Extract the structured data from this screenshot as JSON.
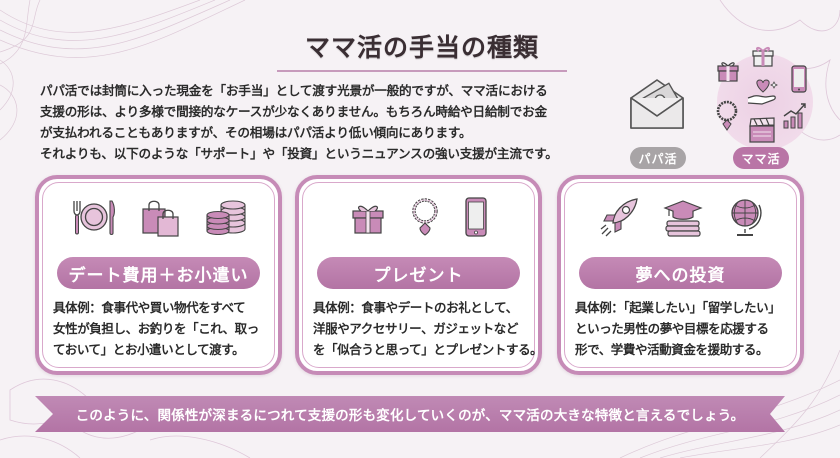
{
  "header": {
    "title": "ママ活の手当の種類"
  },
  "intro": {
    "lines": [
      "パパ活では封筒に入った現金を「お手当」として渡す光景が一般的ですが、ママ活における",
      "支援の形は、より多様で間接的なケースが少なくありません。もちろん時給や日給制でお金",
      "が支払われることもありますが、その相場はパパ活より低い傾向にあります。",
      "それよりも、以下のような「サポート」や「投資」というニュアンスの強い支援が主流です。"
    ]
  },
  "comparison": {
    "papa_label": "パパ活",
    "mama_label": "ママ活",
    "papa_icon": "envelope-cash-icon",
    "mama_icons": [
      "gift-icon",
      "phone-icon",
      "heart-hand-icon",
      "necklace-icon",
      "clapperboard-icon",
      "growth-chart-icon"
    ]
  },
  "cards": [
    {
      "label": "デート費用＋お小遣い",
      "icons": [
        "fork-plate-knife-icon",
        "shopping-bags-icon",
        "coin-stacks-icon"
      ],
      "body": [
        "具体例：食事代や買い物代をすべて",
        "女性が負担し、お釣りを「これ、取っ",
        "ておいて」とお小遣いとして渡す。"
      ]
    },
    {
      "label": "プレゼント",
      "icons": [
        "gift-icon",
        "necklace-icon",
        "smartphone-icon"
      ],
      "body": [
        "具体例：食事やデートのお礼として、",
        "洋服やアクセサリー、ガジェットなど",
        "を「似合うと思って」とプレゼントする。"
      ]
    },
    {
      "label": "夢への投資",
      "icons": [
        "rocket-icon",
        "graduation-books-icon",
        "globe-icon"
      ],
      "body": [
        "具体例：「起業したい」「留学したい」",
        "といった男性の夢や目標を応援する",
        "形で、学費や活動資金を援助する。"
      ]
    }
  ],
  "footer": {
    "banner_text": "このように、関係性が深まるにつれて支援の形も変化していくのが、ママ活の大きな特徴と言えるでしょう。"
  },
  "colors": {
    "accent": "#b87aa8",
    "accent_light": "#d9a8cb",
    "papa_gray": "#a8a4a6",
    "background": "#f6f2f5",
    "text": "#2b2b2b"
  }
}
